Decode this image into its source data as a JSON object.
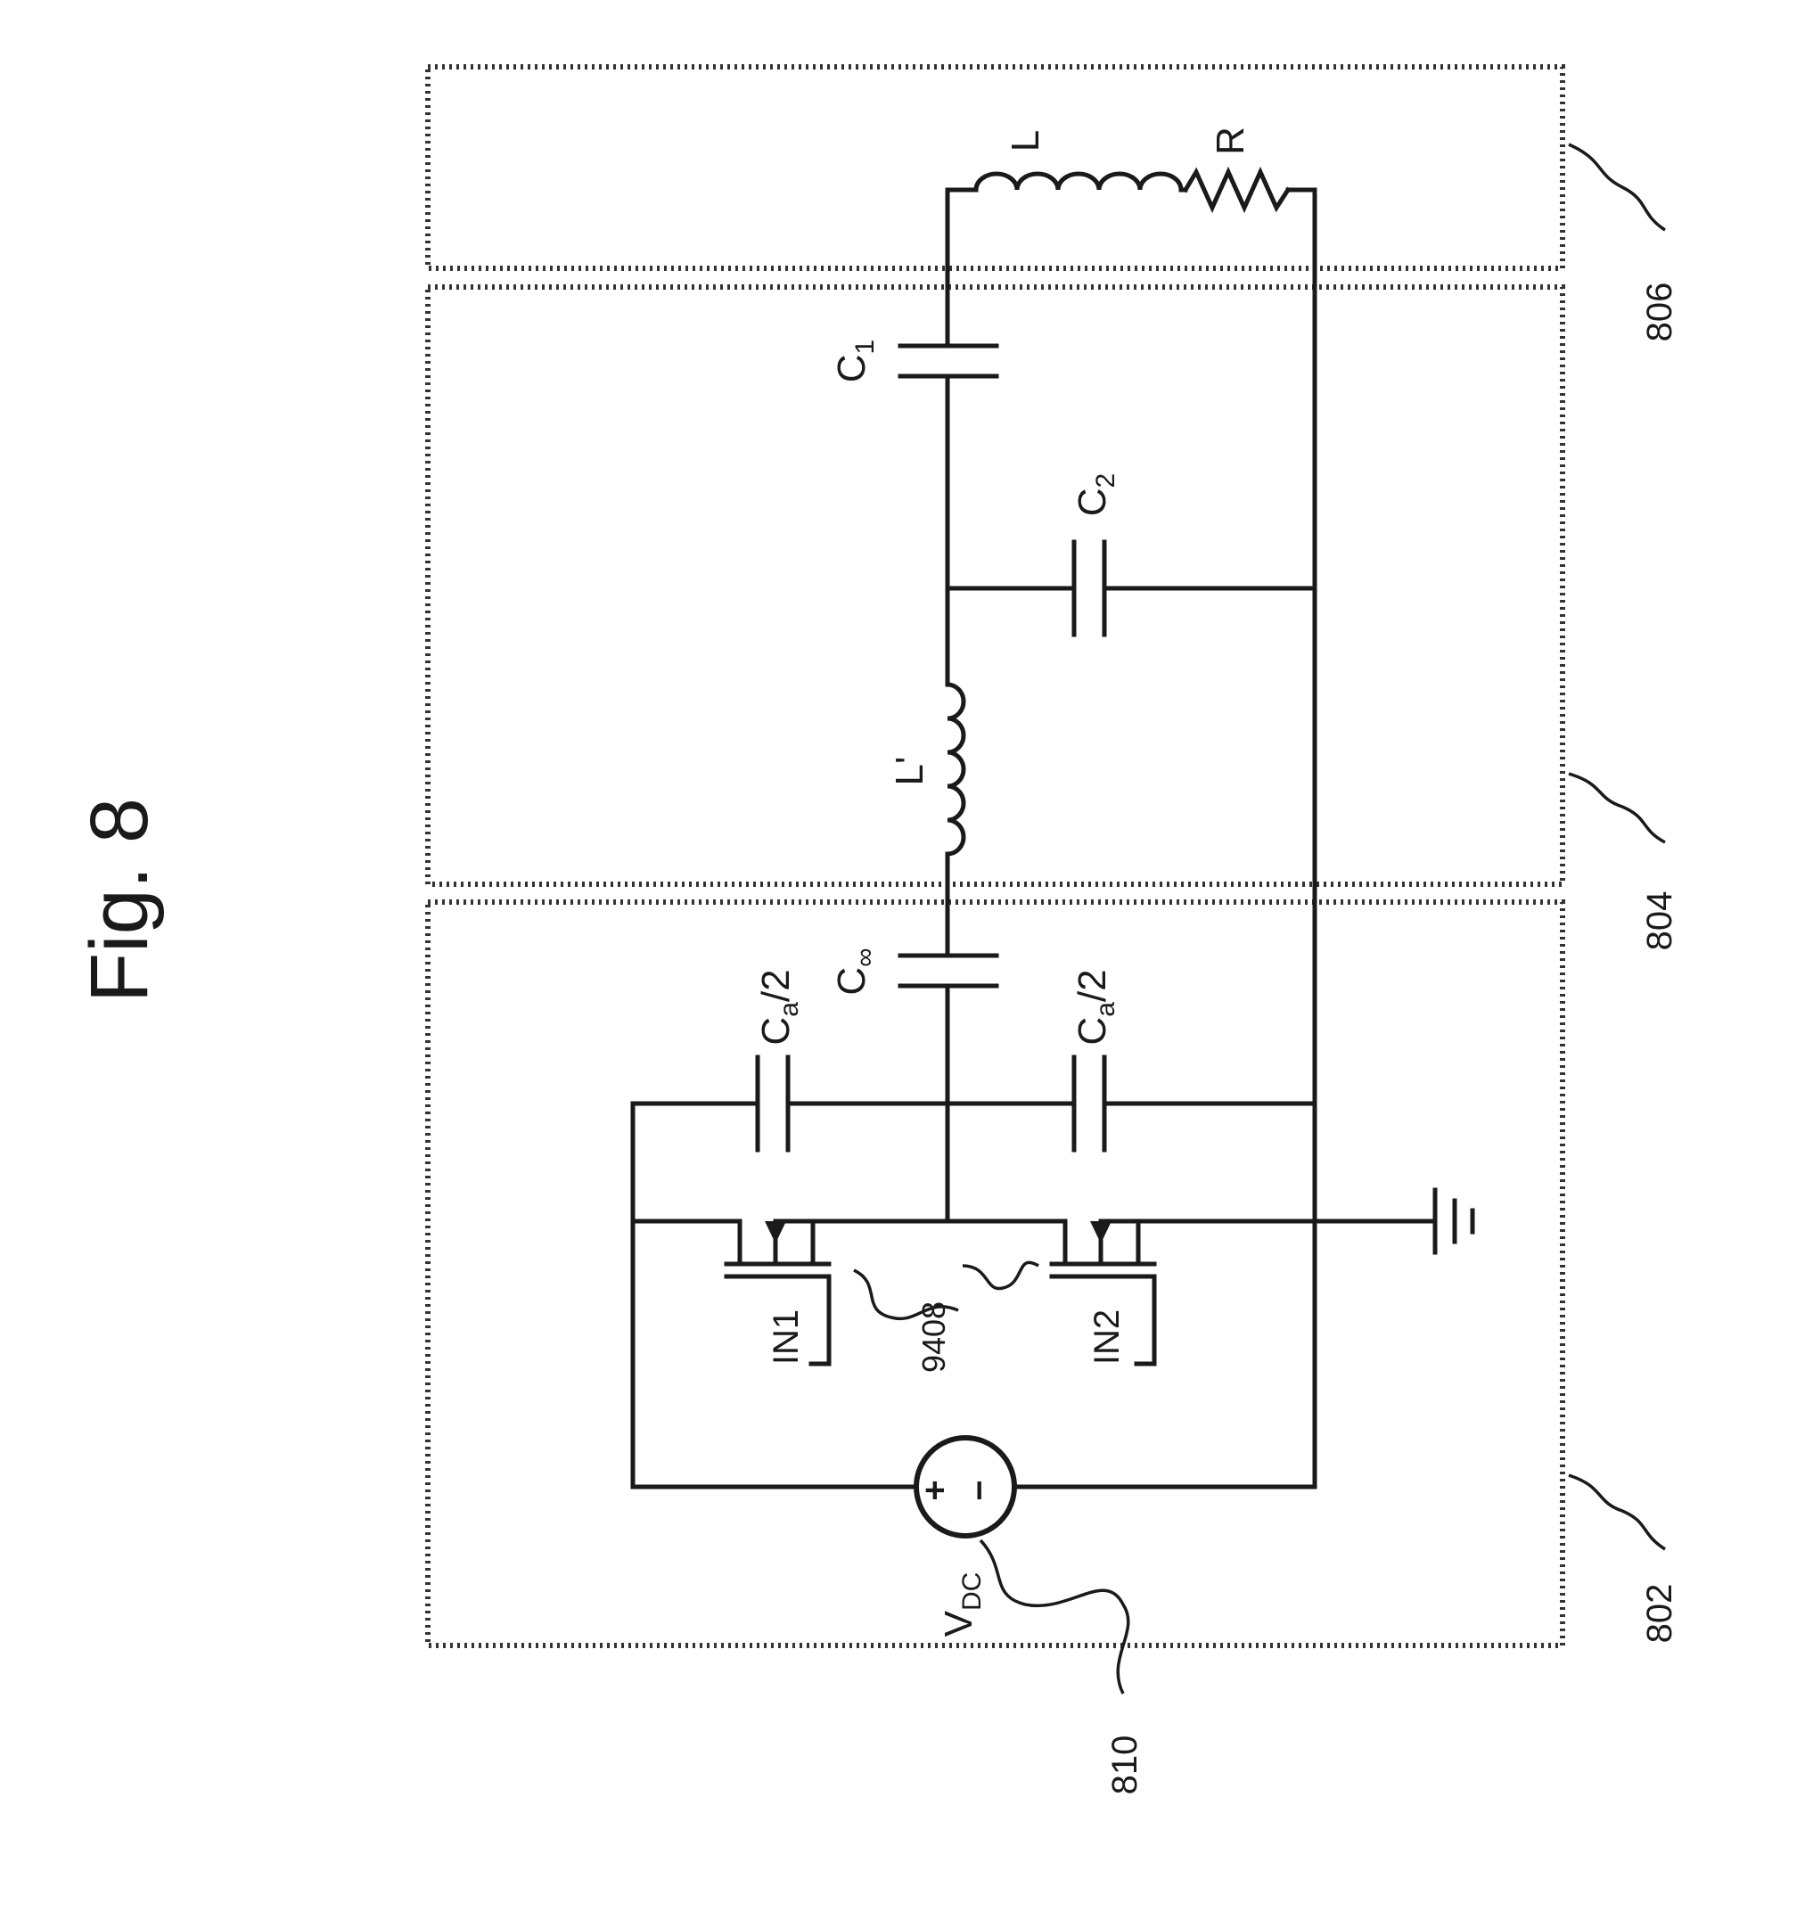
{
  "figure": {
    "title": "Fig. 8",
    "regions": [
      "802",
      "804",
      "806"
    ],
    "callouts": {
      "source_ref": "810",
      "mosfet_ref": "9408"
    }
  },
  "components": {
    "load_inductor": "L",
    "load_resistor": "R",
    "cap_c1": {
      "base": "C",
      "sub": "1"
    },
    "cap_c2": {
      "base": "C",
      "sub": "2"
    },
    "inductor_lp": "L'",
    "cap_cinf": {
      "base": "C",
      "sub": "∞"
    },
    "cap_ca_top": {
      "base": "C",
      "sub": "a",
      "suffix": "/2"
    },
    "cap_ca_bottom": {
      "base": "C",
      "sub": "a",
      "suffix": "/2"
    },
    "transistor_1_input": "IN1",
    "transistor_2_input": "IN2",
    "source": {
      "base": "V",
      "sub": "DC",
      "plus": "+",
      "minus": "−"
    }
  }
}
